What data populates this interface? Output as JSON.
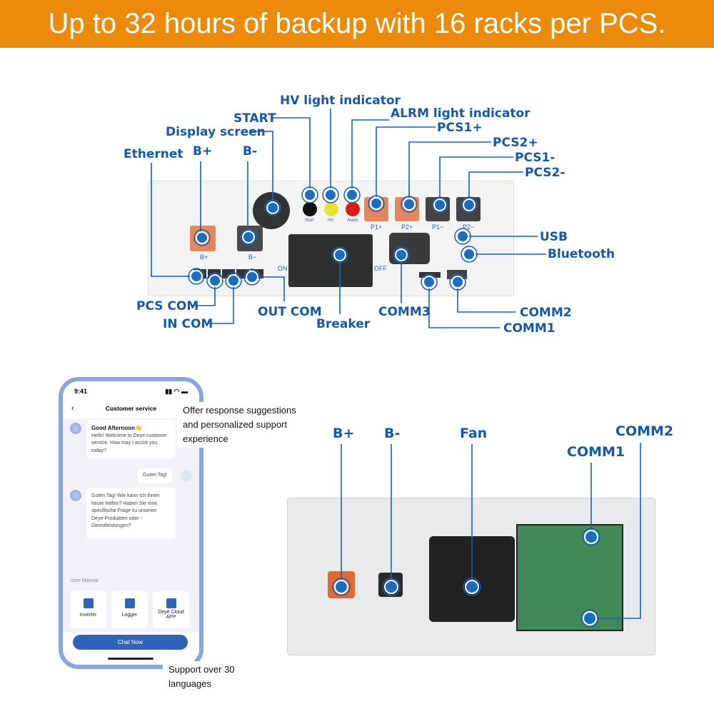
{
  "banner": {
    "title": "Up to 32 hours of backup with 16 racks per PCS."
  },
  "top_panel": {
    "callouts": {
      "ethernet": "Ethernet",
      "bplus": "B+",
      "bminus": "B-",
      "display": "Display screen",
      "start": "START",
      "hv": "HV light indicator",
      "alrm": "ALRM light indicator",
      "pcs1p": "PCS1+",
      "pcs2p": "PCS2+",
      "pcs1m": "PCS1-",
      "pcs2m": "PCS2-",
      "usb": "USB",
      "bluetooth": "Bluetooth",
      "pcscom": "PCS COM",
      "incom": "IN COM",
      "outcom": "OUT COM",
      "breaker": "Breaker",
      "comm3": "COMM3",
      "comm2": "COMM2",
      "comm1": "COMM1"
    },
    "marks": {
      "start": "Start",
      "hv": "HV",
      "alarm": "Alarm",
      "p1p": "P1+",
      "p2p": "P2+",
      "p1m": "P1−",
      "p2m": "P2−",
      "bp": "B+",
      "bm": "B−",
      "on": "ON",
      "off": "OFF"
    }
  },
  "bottom_panel": {
    "callouts": {
      "bplus": "B+",
      "bminus": "B-",
      "fan": "Fan",
      "comm1": "COMM1",
      "comm2": "COMM2"
    }
  },
  "phone": {
    "time": "9:41",
    "title": "Customer service",
    "msg1_title": "Good Afternoon👋",
    "msg1": "Hello! Welcome to Deye customer service. How may I assist you today?",
    "reply": "Guten Tag!",
    "msg2": "Guten Tag! Wie kann ich Ihnen heute helfen? Haben Sie eine spezifische Frage zu unseren Deye-Produkten oder -Dienstleistungen?",
    "manual_label": "User Manual",
    "cards": [
      "Inverter",
      "Logger",
      "Deye Cloud APP"
    ],
    "chat_now": "Chat Now"
  },
  "tips": {
    "suggest": "Offer response suggestions and personalized support experience",
    "languages": "Support over 30 languages"
  },
  "colors": {
    "banner": "#ec8a0b",
    "callout": "#1558a6",
    "dot": "#1a6ec0"
  }
}
